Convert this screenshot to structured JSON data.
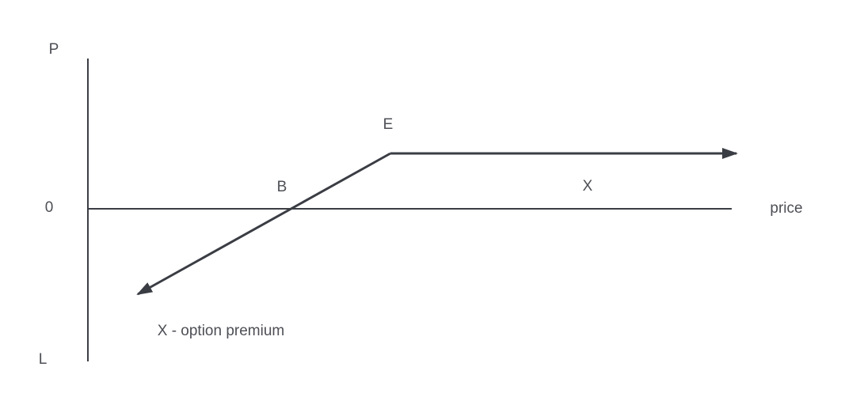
{
  "labels": {
    "profit": "P",
    "zero": "0",
    "loss": "L",
    "exercise": "E",
    "breakeven": "B",
    "strike": "X",
    "x_axis": "price",
    "premium_note": "X - option premium"
  },
  "colors": {
    "line": "#3a3d44",
    "text": "#4d4f55"
  }
}
